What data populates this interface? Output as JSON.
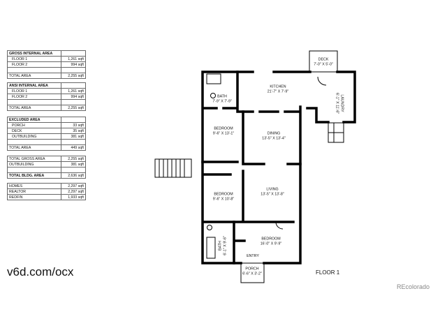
{
  "tables": [
    {
      "header": "GROSS INTERNAL AREA",
      "rows": [
        [
          "FLOOR 1",
          "1,261 sqft"
        ],
        [
          "FLOOR 2",
          "994 sqft"
        ]
      ],
      "total": [
        "TOTAL AREA",
        "2,255 sqft"
      ]
    },
    {
      "header": "ANSI INTERNAL AREA",
      "rows": [
        [
          "FLOOR 1",
          "1,261 sqft"
        ],
        [
          "FLOOR 2",
          "994 sqft"
        ]
      ],
      "total": [
        "TOTAL AREA",
        "2,255 sqft"
      ]
    },
    {
      "header": "EXCLUDED AREA",
      "rows": [
        [
          "PORCH",
          "33 sqft"
        ],
        [
          "DECK",
          "35 sqft"
        ],
        [
          "OUTBUILDING",
          "381 sqft"
        ]
      ],
      "total": [
        "TOTAL AREA",
        "449 sqft"
      ]
    },
    {
      "rows": [
        [
          "TOTAL GROSS AREA",
          "2,255 sqft"
        ],
        [
          "OUTBUILDING",
          "381 sqft"
        ]
      ],
      "total": [
        "TOTAL BLDG. AREA",
        "2,636 sqft"
      ]
    },
    {
      "rows": [
        [
          "HOMES",
          "2,297 sqft"
        ],
        [
          "REALTOR",
          "2,297 sqft"
        ],
        [
          "REDFIN",
          "1,933 sqft"
        ]
      ]
    }
  ],
  "rooms": {
    "deck": {
      "name": "DECK",
      "dim": "7'-0\" X 5'-0\""
    },
    "kitchen": {
      "name": "KITCHEN",
      "dim": "21'-7\" X 7'-9\""
    },
    "bath1": {
      "name": "BATH",
      "dim": "7'-9\" X 7'-9\""
    },
    "laundry": {
      "name": "LAUNDRY",
      "dim": "6'-1\" X 11'-6\""
    },
    "bedroom1": {
      "name": "BEDROOM",
      "dim": "9'-6\" X 13'-1\""
    },
    "dining": {
      "name": "DINING",
      "dim": "13'-5\" X 13'-4\""
    },
    "bedroom2": {
      "name": "BEDROOM",
      "dim": "9'-6\" X 10'-8\""
    },
    "living": {
      "name": "LIVING",
      "dim": "13'-5\" X 13'-8\""
    },
    "bedroom3": {
      "name": "BEDROOM",
      "dim": "16'-0\" X 9'-9\""
    },
    "bath2": {
      "name": "BATH",
      "dim": "6'-1\" X 9'-6\""
    },
    "entry": {
      "name": "ENTRY"
    },
    "porch": {
      "name": "PORCH",
      "dim": "6'-6\" X 3'-2\""
    }
  },
  "url": "v6d.com/ocx",
  "floor_label": "FLOOR 1",
  "brand": "REcolorado"
}
